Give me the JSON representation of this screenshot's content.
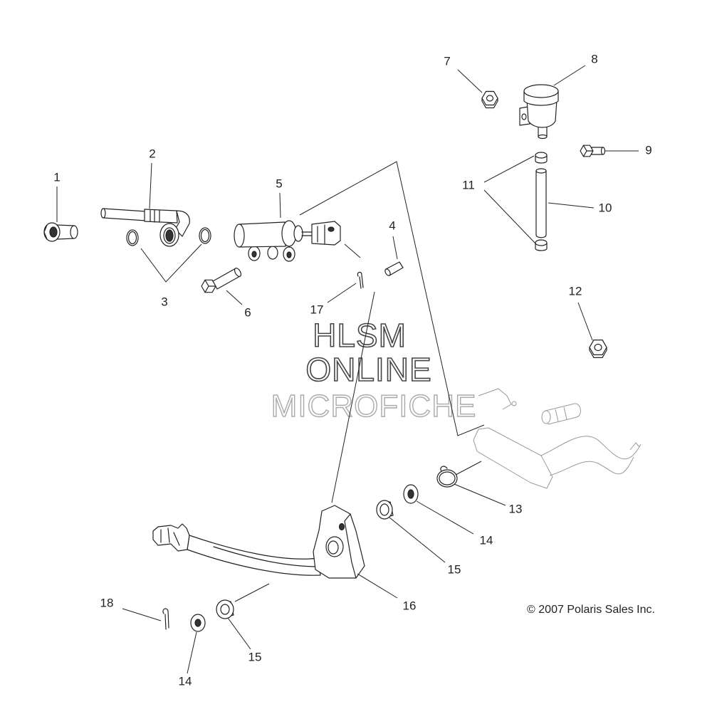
{
  "watermark": {
    "line1": "HLSM",
    "line2": "ONLINE",
    "line3": "MICROFICHE"
  },
  "copyright": "© 2007 Polaris Sales Inc.",
  "callouts": [
    "1",
    "2",
    "3",
    "4",
    "5",
    "6",
    "7",
    "8",
    "9",
    "10",
    "11",
    "12",
    "13",
    "14",
    "15",
    "16",
    "17",
    "18",
    "14",
    "15"
  ],
  "colors": {
    "ink": "#222222",
    "watermark_dark": "#444444",
    "watermark_light": "#aaaaaa"
  }
}
